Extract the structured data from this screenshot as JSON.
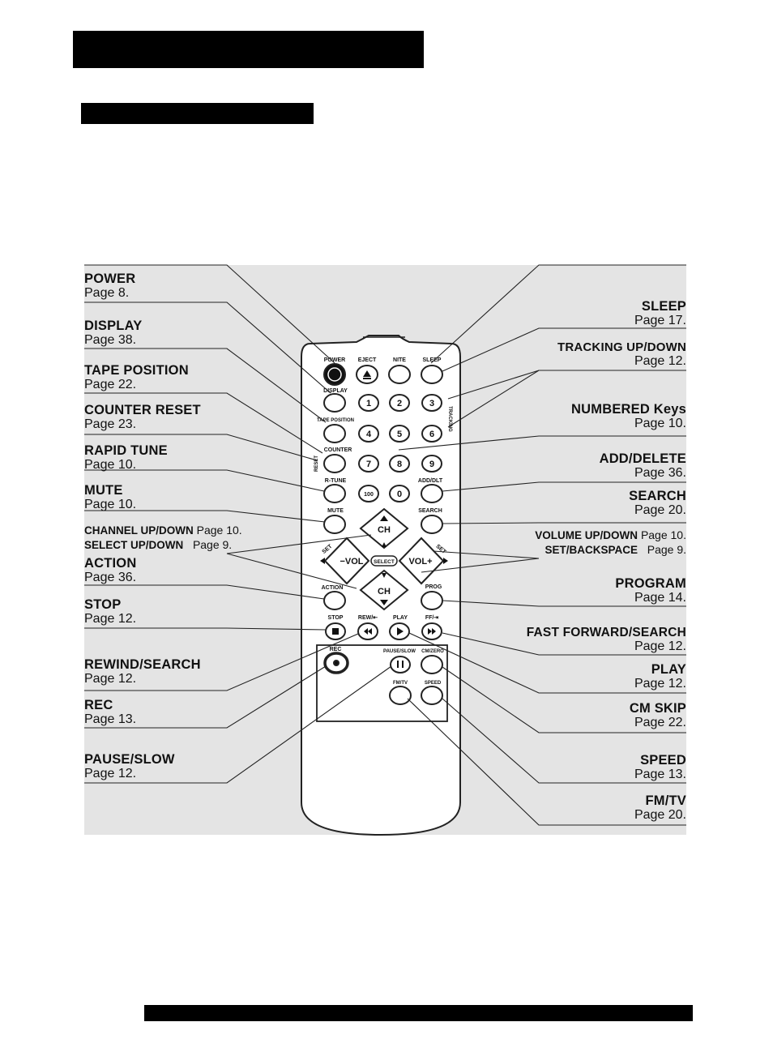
{
  "labels": {
    "power": {
      "title": "POWER",
      "page": "Page 8."
    },
    "display": {
      "title": "DISPLAY",
      "page": "Page 38."
    },
    "tape_position": {
      "title": "TAPE POSITION",
      "page": "Page 22."
    },
    "counter_reset": {
      "title": "COUNTER RESET",
      "page": "Page 23."
    },
    "rapid_tune": {
      "title": "RAPID TUNE",
      "page": "Page 10."
    },
    "mute": {
      "title": "MUTE",
      "page": "Page 10."
    },
    "channel_updown": {
      "title": "CHANNEL UP/DOWN",
      "page": "Page 10."
    },
    "select_updown": {
      "title": "SELECT UP/DOWN",
      "page": "Page  9."
    },
    "action": {
      "title": "ACTION",
      "page": "Page 36."
    },
    "stop": {
      "title": "STOP",
      "page": "Page 12."
    },
    "rewind_search": {
      "title": "REWIND/SEARCH",
      "page": "Page 12."
    },
    "rec": {
      "title": "REC",
      "page": "Page 13."
    },
    "pause_slow": {
      "title": "PAUSE/SLOW",
      "page": "Page 12."
    },
    "sleep": {
      "title": "SLEEP",
      "page": "Page 17."
    },
    "tracking_updown": {
      "title": "TRACKING UP/DOWN",
      "page": "Page 12."
    },
    "numbered_keys": {
      "title": "NUMBERED Keys",
      "page": "Page 10."
    },
    "add_delete": {
      "title": "ADD/DELETE",
      "page": "Page 36."
    },
    "search": {
      "title": "SEARCH",
      "page": "Page 20."
    },
    "volume_updown": {
      "title": "VOLUME UP/DOWN",
      "page": "Page 10."
    },
    "set_backspace": {
      "title": "SET/BACKSPACE",
      "page": "Page  9."
    },
    "program": {
      "title": "PROGRAM",
      "page": "Page 14."
    },
    "ff_search": {
      "title": "FAST FORWARD/SEARCH",
      "page": "Page 12."
    },
    "play": {
      "title": "PLAY",
      "page": "Page 12."
    },
    "cm_skip": {
      "title": "CM SKIP",
      "page": "Page 22."
    },
    "speed": {
      "title": "SPEED",
      "page": "Page 13."
    },
    "fm_tv": {
      "title": "FM/TV",
      "page": "Page 20."
    }
  },
  "remote": {
    "power": "POWER",
    "eject": "EJECT",
    "nite": "NITE",
    "sleep": "SLEEP",
    "display": "DISPLAY",
    "tape_position": "TAPE POSITION",
    "counter": "COUNTER",
    "reset": "RESET",
    "tracking": "TRACKING",
    "r_tune": "R-TUNE",
    "add_dlt": "ADD/DLT",
    "mute": "MUTE",
    "search": "SEARCH",
    "ch": "CH",
    "vol_minus": "−VOL",
    "vol_plus": "VOL+",
    "select": "SELECT",
    "set": "SET",
    "action": "ACTION",
    "prog": "PROG",
    "stop": "STOP",
    "rew": "REW/⇤",
    "play": "PLAY",
    "ff": "FF/⇥",
    "rec": "REC",
    "pause_slow": "PAUSE/SLOW",
    "cm_zero": "CM/ZERO",
    "fm_tv": "FM/TV",
    "speed": "SPEED",
    "keys": [
      "1",
      "2",
      "3",
      "4",
      "5",
      "6",
      "7",
      "8",
      "9",
      "100",
      "0"
    ]
  }
}
